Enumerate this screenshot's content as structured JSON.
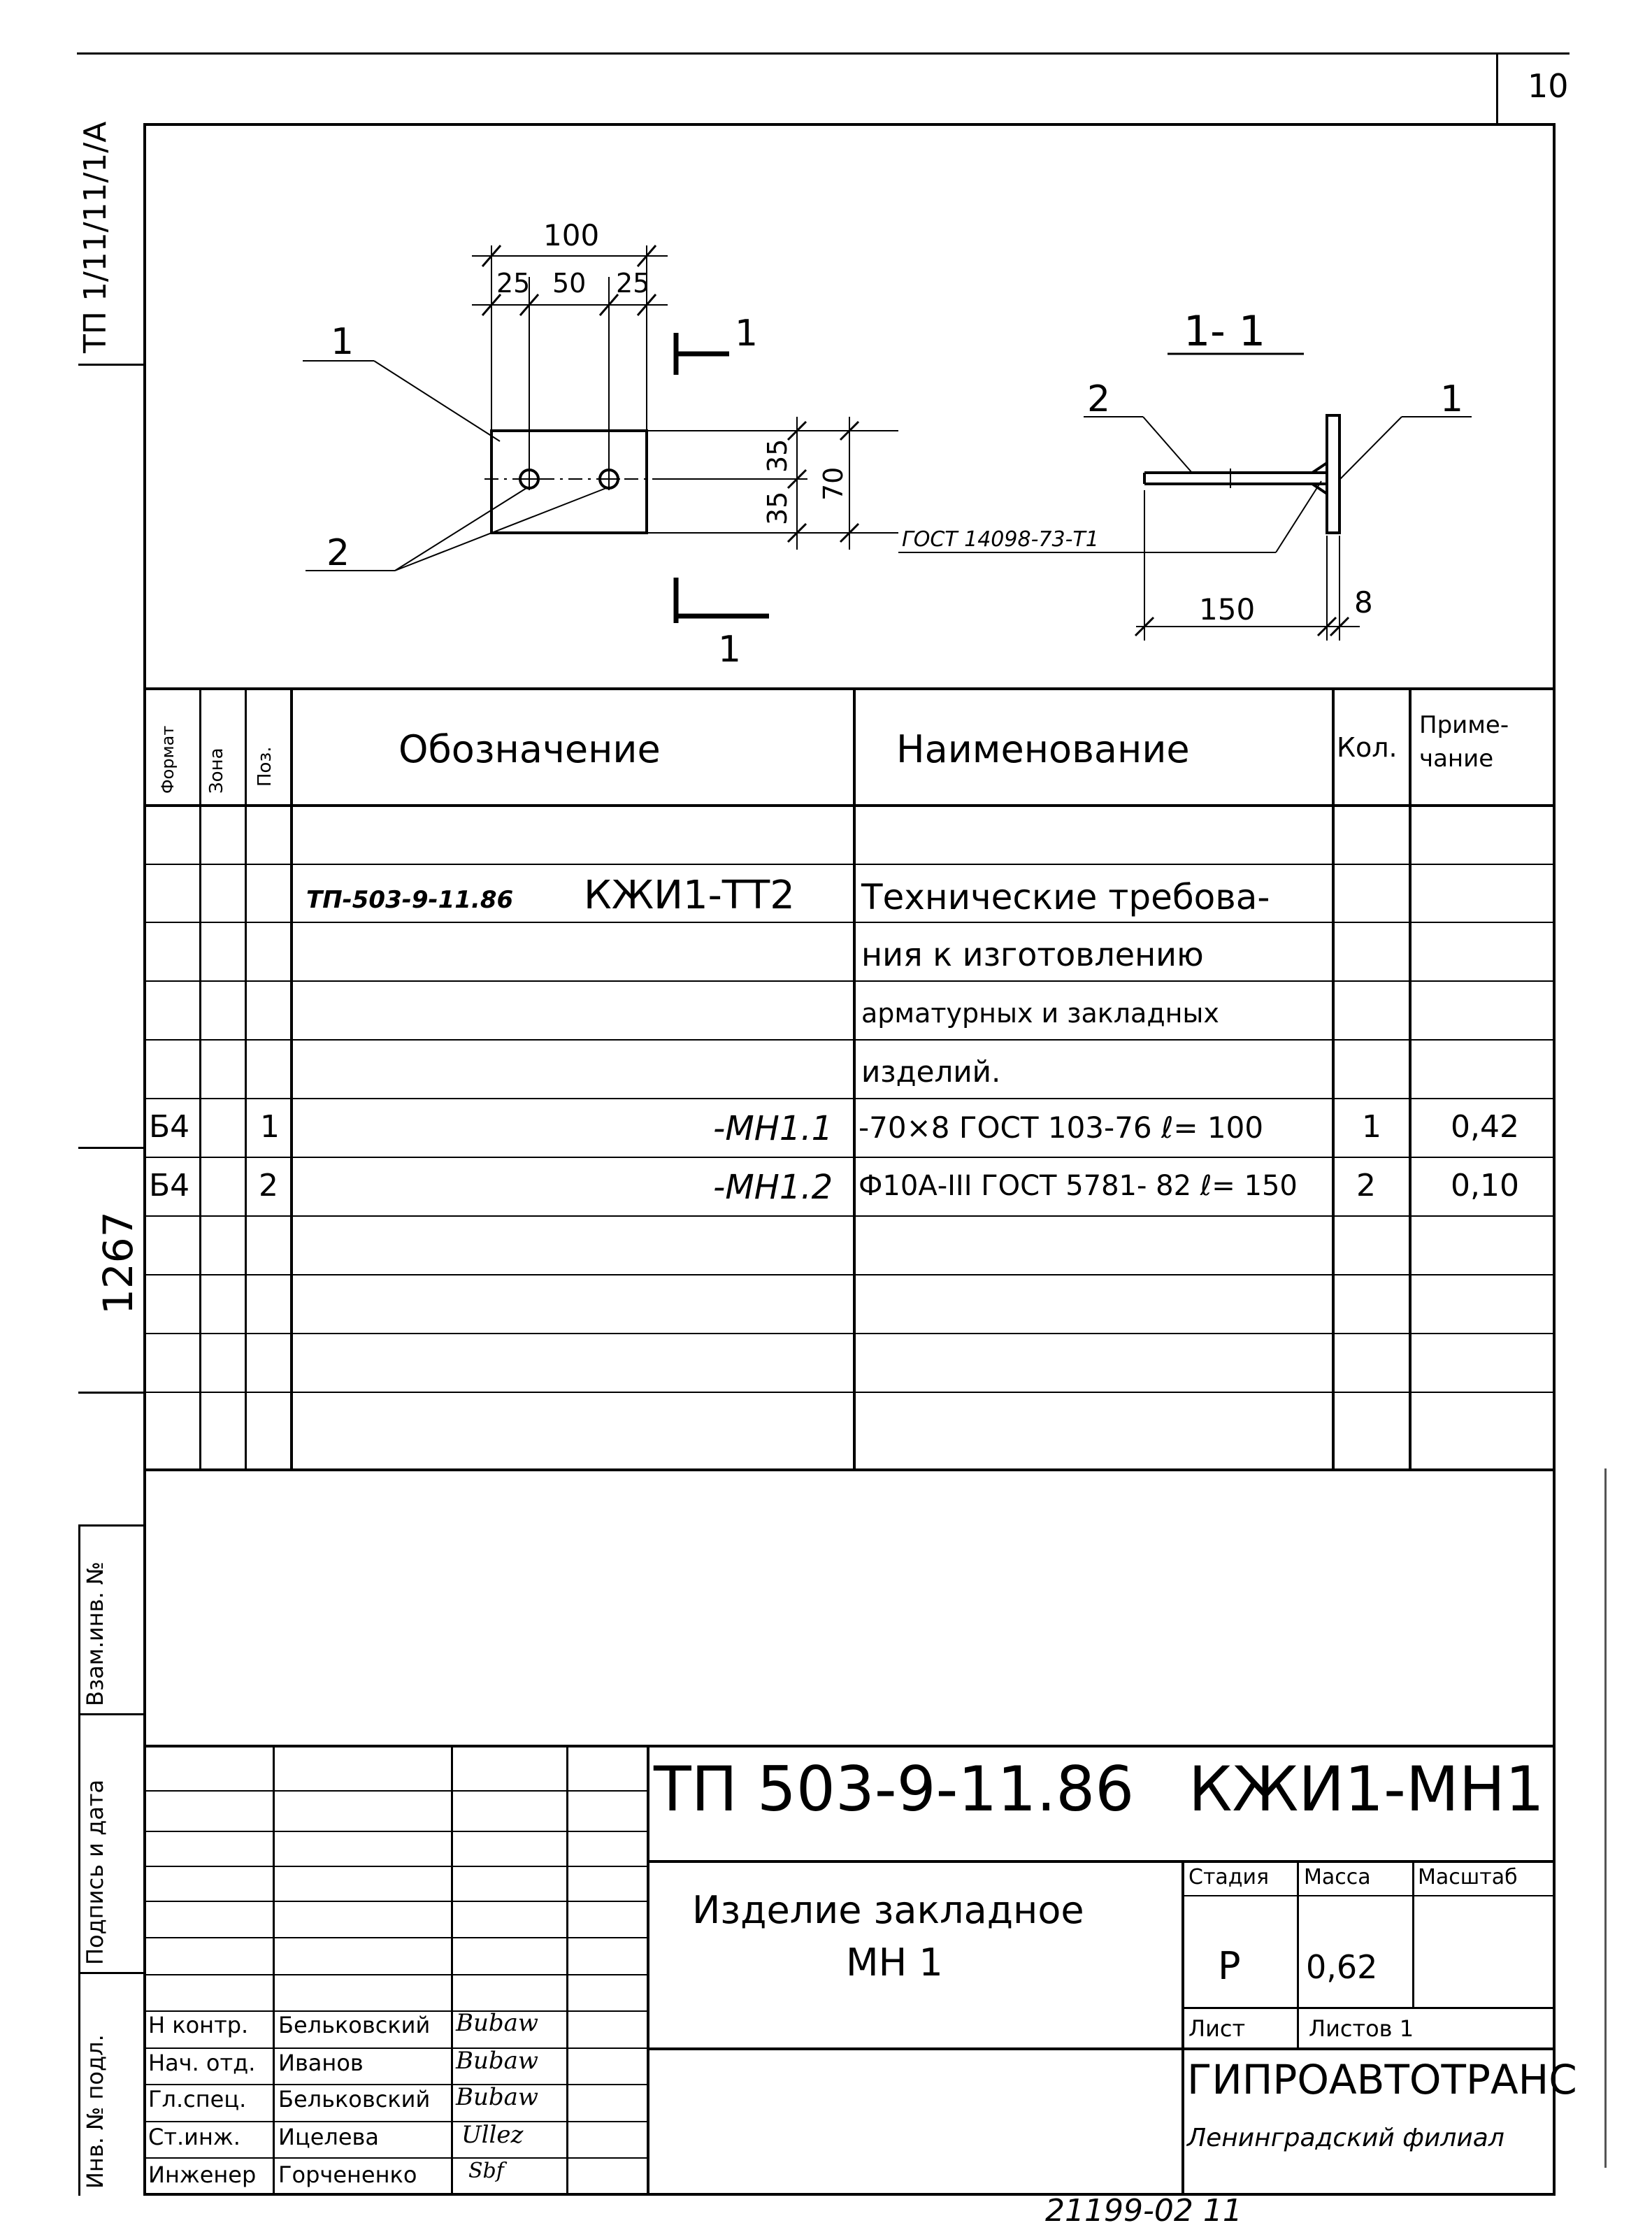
{
  "sheet_number": "10",
  "left_margin": {
    "inv_original": "ТП 1/11/11/1/А",
    "code": "1267",
    "interchange_inv": "Взам.инв. №",
    "signature_date": "Подпись и дата",
    "inv_number": "Инв. № подл."
  },
  "drawing": {
    "dim_total": "100",
    "dim_left": "25",
    "dim_mid": "50",
    "dim_right": "25",
    "dim_top": "35",
    "dim_bottom": "35",
    "dim_height": "70",
    "callout_1": "1",
    "callout_2": "2",
    "section_mark": "1",
    "section_title": "1- 1",
    "section_callout_2": "2",
    "section_callout_1": "1",
    "weld_standard": "ГОСТ 14098-73-Т1",
    "dim_length": "150",
    "dim_thickness": "8"
  },
  "spec_table": {
    "headers": {
      "format": "Формат",
      "zone": "Зона",
      "pos": "Поз.",
      "designation": "Обозначение",
      "name": "Наименование",
      "qty": "Кол.",
      "note_line1": "Приме-",
      "note_line2": "чание"
    },
    "doc_ref_prefix": "ТП-503-9-11.86",
    "doc_ref_code": "КЖИ1-ТТ2",
    "tech_req_lines": [
      "Технические требова-",
      "ния к изготовлению",
      "арматурных и закладных",
      "изделий."
    ],
    "rows": [
      {
        "format": "Б4",
        "pos": "1",
        "designation": "-МН1.1",
        "name": "-70×8 ГОСТ 103-76 ℓ= 100",
        "qty": "1",
        "note": "0,42"
      },
      {
        "format": "Б4",
        "pos": "2",
        "designation": "-МН1.2",
        "name": "Ф10А-III ГОСТ 5781- 82 ℓ= 150",
        "qty": "2",
        "note": "0,10"
      }
    ]
  },
  "title_block": {
    "project_code": "ТП 503-9-11.86",
    "doc_code": "КЖИ1-МН1",
    "item_title_line1": "Изделие закладное",
    "item_title_line2": "МН 1",
    "stage_label": "Стадия",
    "mass_label": "Масса",
    "scale_label": "Масштаб",
    "stage_value": "Р",
    "mass_value": "0,62",
    "sheet_label": "Лист",
    "sheets_label": "Листов 1",
    "org_name": "ГИПРОАВТОТРАНС",
    "org_branch": "Ленинградский филиал",
    "signatures": [
      {
        "role": "Н контр.",
        "name": "Бельковский",
        "sign": "Bubaw"
      },
      {
        "role": "Нач. отд.",
        "name": "Иванов",
        "sign": "Bubaw"
      },
      {
        "role": "Гл.спец.",
        "name": "Бельковский",
        "sign": "Bubaw"
      },
      {
        "role": "Ст.инж.",
        "name": "Ицелева",
        "sign": "Ullez"
      },
      {
        "role": "Инженер",
        "name": "Горчененко",
        "sign": "Sbf"
      }
    ]
  },
  "footer_code": "21199-02 11"
}
